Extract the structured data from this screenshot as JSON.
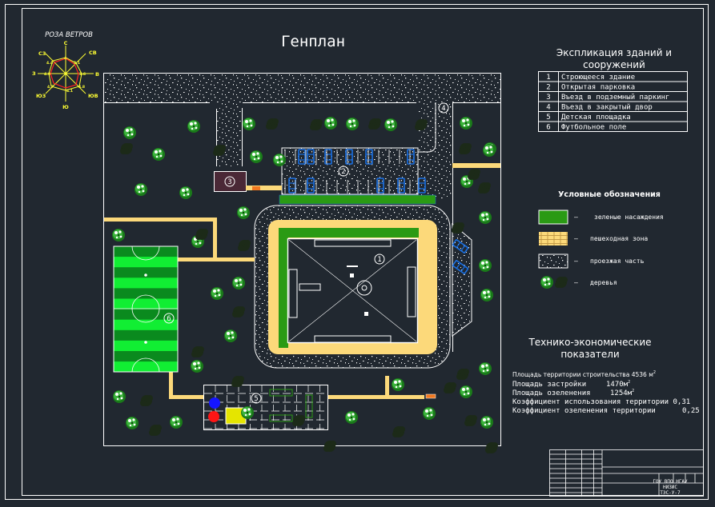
{
  "title": "Генплан",
  "wind_rose": {
    "title": "РОЗА ВЕТРОВ",
    "directions": [
      "С",
      "СВ",
      "В",
      "ЮВ",
      "Ю",
      "ЮЗ",
      "З",
      "СЗ"
    ],
    "values": [
      "4",
      "3.1",
      "3.6",
      "4.8",
      "4.1",
      "4.7",
      "4.0",
      "4.4"
    ],
    "colors": {
      "axes": "#ffff33",
      "rose": "#ff2222"
    }
  },
  "explication": {
    "title_line1": "Экспликация зданий и",
    "title_line2": "сооружений",
    "rows": [
      {
        "num": "1",
        "name": "Строющееся здание"
      },
      {
        "num": "2",
        "name": "Открытая парковка"
      },
      {
        "num": "3",
        "name": "Въезд в подземный паркинг"
      },
      {
        "num": "4",
        "name": "Въезд в закрытый двор"
      },
      {
        "num": "5",
        "name": "Детская площадка"
      },
      {
        "num": "6",
        "name": "Футбольное поле"
      }
    ]
  },
  "legend": {
    "title": "Условные обозначения",
    "items": [
      {
        "dash": "–",
        "label": "зеленые насаждения",
        "swatch": "green-planting"
      },
      {
        "dash": "–",
        "label": "пешеходная зона",
        "swatch": "pedestrian-zone"
      },
      {
        "dash": "–",
        "label": "проезжая часть",
        "swatch": "roadway"
      },
      {
        "dash": "–",
        "label": "деревья",
        "swatch": "trees"
      }
    ]
  },
  "tep": {
    "title_line1": "Технико-экономические",
    "title_line2": "показатели",
    "rows": [
      {
        "label": "Площадь территории строительства",
        "value": "4536 м",
        "sup": "2"
      },
      {
        "label": "Площадь застройки",
        "value": "1470м",
        "sup": "2"
      },
      {
        "label": "Площадь озеленения",
        "value": "1254м",
        "sup": "2"
      },
      {
        "label": "Коэффициент использования территории",
        "value": "0,31",
        "sup": ""
      },
      {
        "label": "Коэффициент озеленения территории",
        "value": "0,25",
        "sup": ""
      }
    ]
  },
  "plan_markers": [
    "1",
    "2",
    "3",
    "4",
    "5",
    "6"
  ],
  "title_block": {
    "org_line": "ГОУ ВПО НГАУ",
    "dept_line": "НИЗИС",
    "code_line": "ТЭС-У-7"
  },
  "colors": {
    "background": "#212830",
    "lines": "#ffffff",
    "pedestrian": "#fcd97a",
    "green": "#2a9a14",
    "field_light": "#11ee33",
    "field_dark": "#0a8a1e",
    "car": "#1a6fe0",
    "ramp": "#4a2836",
    "tree_light": "#2aa02a"
  }
}
